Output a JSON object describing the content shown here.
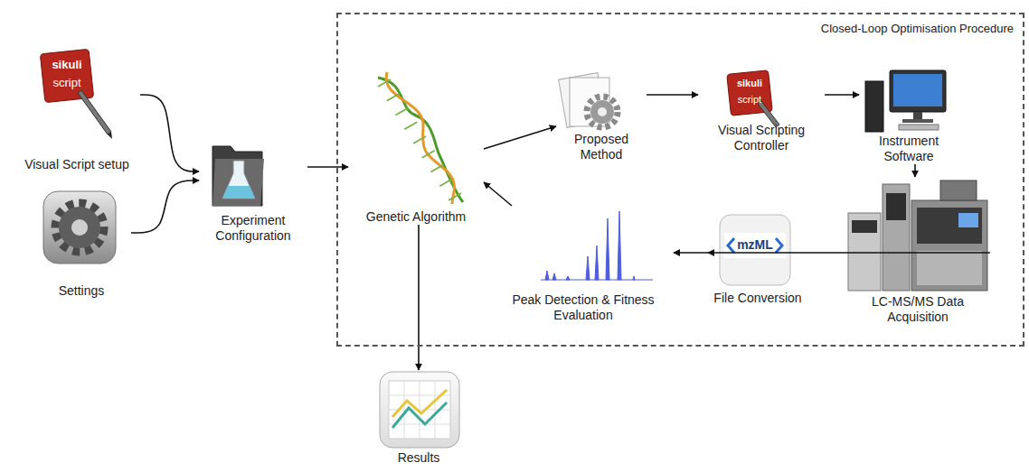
{
  "diagram": {
    "nodes": [
      {
        "text": [
          "Visual Script setup"
        ]
      },
      {
        "text": [
          "Settings"
        ]
      },
      {
        "text": [
          "Experiment Configuration"
        ]
      },
      {
        "text": [
          "Closed-Loop Optimisation Procedure"
        ]
      },
      {
        "text": [
          "Genetic Algorithm"
        ],
        "in": 3
      },
      {
        "text": [
          "Proposed Method"
        ],
        "in": 3
      },
      {
        "text": [
          "Visual Scripting Controller"
        ],
        "in": 3
      },
      {
        "text": [
          "Instrument Software"
        ],
        "in": 3
      },
      {
        "text": [
          "LC-MS/MS Data Acquisition"
        ],
        "in": 3
      },
      {
        "text": [
          "File Conversion"
        ],
        "in": 3
      },
      {
        "text": [
          "Peak Detection & Fitness Evaluation"
        ],
        "in": 3
      },
      {
        "text": [
          "Results"
        ]
      }
    ],
    "edges": [
      {
        "from": 0,
        "to": 2,
        "arrow": "to"
      },
      {
        "from": 1,
        "to": 2,
        "arrow": "to"
      },
      {
        "from": 2,
        "to": 4,
        "arrow": "to"
      },
      {
        "from": 4,
        "to": 5,
        "arrow": "to"
      },
      {
        "from": 5,
        "to": 6,
        "arrow": "to"
      },
      {
        "from": 6,
        "to": 7,
        "arrow": "to"
      },
      {
        "from": 7,
        "to": 8,
        "arrow": "to"
      },
      {
        "from": 8,
        "to": 9,
        "arrow": "to"
      },
      {
        "from": 9,
        "to": 10,
        "arrow": "to"
      },
      {
        "from": 10,
        "to": 4,
        "arrow": "to"
      },
      {
        "from": 4,
        "to": 11,
        "arrow": "to"
      }
    ],
    "labels": [
      "sikuli",
      "script",
      "sikuli",
      "script",
      "mzML"
    ]
  }
}
